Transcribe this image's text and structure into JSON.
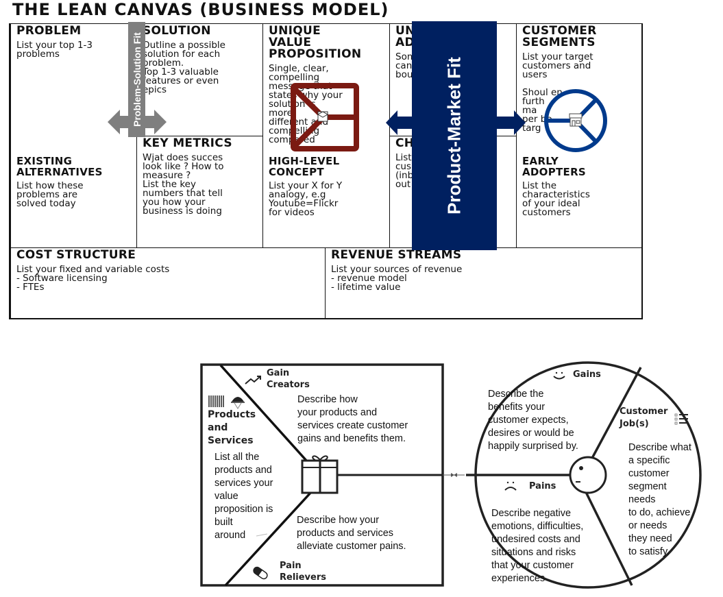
{
  "lean_canvas": {
    "title": "THE LEAN CANVAS (BUSINESS MODEL)",
    "cells": {
      "problem": {
        "heading": "PROBLEM",
        "body": "List your top 1-3\nproblems"
      },
      "existing_alternatives": {
        "heading": "EXISTING\nALTERNATIVES",
        "body": "List how these\nproblems are\nsolved today"
      },
      "solution": {
        "heading": "SOLUTION",
        "body": "Outline a possible\nsolution for each\nproblem.\nTop 1-3 valuable\nfeatures or even\nepics"
      },
      "key_metrics": {
        "heading": "KEY METRICS",
        "body": "Wjat does succes\nlook like ? How to\nmeasure ?\nList the key\nnumbers that tell\nyou how your\nbusiness is doing"
      },
      "unique_value_proposition": {
        "heading": "UNIQUE\nVALUE\nPROPOSITION",
        "body": "Single, clear,\ncompelling\nmessage that\nstates why your\nsolution is\nmore\ndifferent and\ncompelling\ncompared"
      },
      "high_level_concept": {
        "heading": "HIGH-LEVEL\nCONCEPT",
        "body": "List your X for Y\nanalogy, e.g\nYoutube=Flickr\nfor videos"
      },
      "unfair_advantage": {
        "heading": "UN\nAD",
        "body": "Som\ncan\nbou"
      },
      "channels": {
        "heading": "CH",
        "body": "List\ncus\n(inb\nout"
      },
      "customer_segments": {
        "heading": "CUSTOMER\nSEGMENTS",
        "body": "List your target\ncustomers and\nusers\n\nShoul      en\nfurth\nma\nper          be\ntarg"
      },
      "early_adopters": {
        "heading": "EARLY\nADOPTERS",
        "body": "List the\ncharacteristics\nof your ideal\ncustomers"
      },
      "cost_structure": {
        "heading": "COST STRUCTURE",
        "body": "List your fixed and variable costs\n- Software licensing\n- FTEs"
      },
      "revenue_streams": {
        "heading": "REVENUE STREAMS",
        "body": "List your sources of revenue\n- revenue model\n- lifetime value"
      }
    },
    "overlays": {
      "problem_solution_fit": "Problem-Solution Fit",
      "product_market_fit": "Product-Market Fit"
    },
    "colors": {
      "psf_gray": "#7f7f7f",
      "pmf_navy": "#002060",
      "value_map_red": "#7b1a12",
      "profile_blue": "#003a8c"
    }
  },
  "value_proposition_canvas": {
    "value_map": {
      "gain_creators": {
        "label": "Gain\nCreators",
        "body": "            Describe how\nyour products and\nservices create customer\ngains and benefits them."
      },
      "products_services": {
        "label": "Products\nand\nServices",
        "body": "List all the\nproducts and\nservices your\nvalue\nproposition is\nbuilt\naround"
      },
      "pain_relievers": {
        "label": "Pain\nRelievers",
        "body": "      Describe how your\n   products and services\nalleviate customer pains."
      }
    },
    "customer_profile": {
      "gains": {
        "label": "Gains",
        "body": "          Describe the\n   benefits your\n  customer expects,\ndesires or would be\nhappily surprised by."
      },
      "customer_jobs": {
        "label": "Customer\nJob(s)",
        "body": "Describe what\na specific\ncustomer\nsegment\nneeds\nto do, achieve\nor needs\nthey need\nto satisfy."
      },
      "pains": {
        "label": "Pains",
        "body": "Describe negative\nemotions, difficulties,\n undesired costs and\n     situations and risks\n             that your customer\n                          experiences"
      }
    }
  }
}
